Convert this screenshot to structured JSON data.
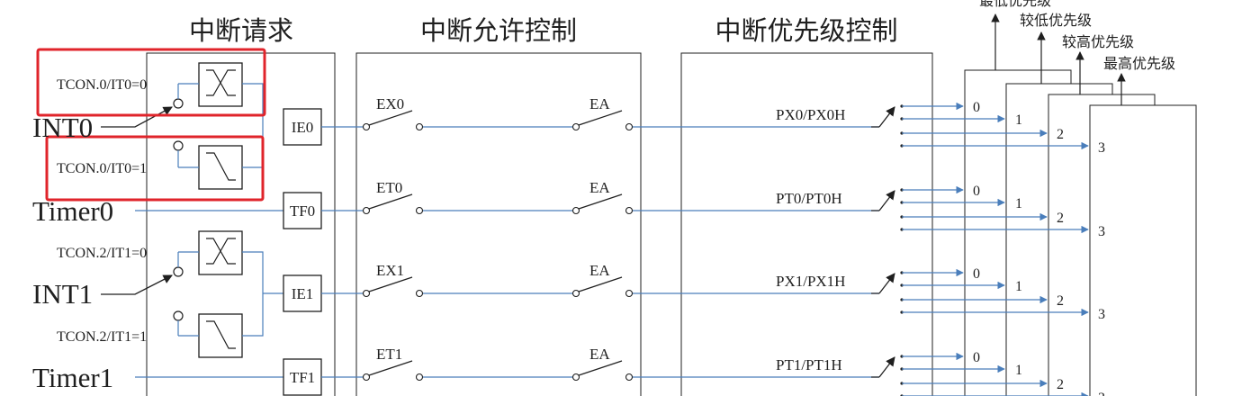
{
  "sections": {
    "request": "中断请求",
    "enable": "中断允许控制",
    "priority": "中断优先级控制"
  },
  "sources": [
    {
      "name": "INT0",
      "flag": "IE0",
      "enable": "EX0",
      "priority_bit": "PX0/PX0H",
      "trigger_modes": [
        "TCON.0/IT0=0",
        "TCON.0/IT0=1"
      ]
    },
    {
      "name": "Timer0",
      "flag": "TF0",
      "enable": "ET0",
      "priority_bit": "PT0/PT0H"
    },
    {
      "name": "INT1",
      "flag": "IE1",
      "enable": "EX1",
      "priority_bit": "PX1/PX1H",
      "trigger_modes": [
        "TCON.2/IT1=0",
        "TCON.2/IT1=1"
      ]
    },
    {
      "name": "Timer1",
      "flag": "TF1",
      "enable": "ET1",
      "priority_bit": "PT1/PT1H"
    }
  ],
  "global_enable": "EA",
  "priority_levels": [
    "0",
    "1",
    "2",
    "3"
  ],
  "priority_level_names": [
    "最低优先级",
    "较低优先级",
    "较高优先级",
    "最高优先级"
  ],
  "colors": {
    "line": "#1f1f1f",
    "signal": "#4a7ebb",
    "highlight": "#e0242b"
  }
}
